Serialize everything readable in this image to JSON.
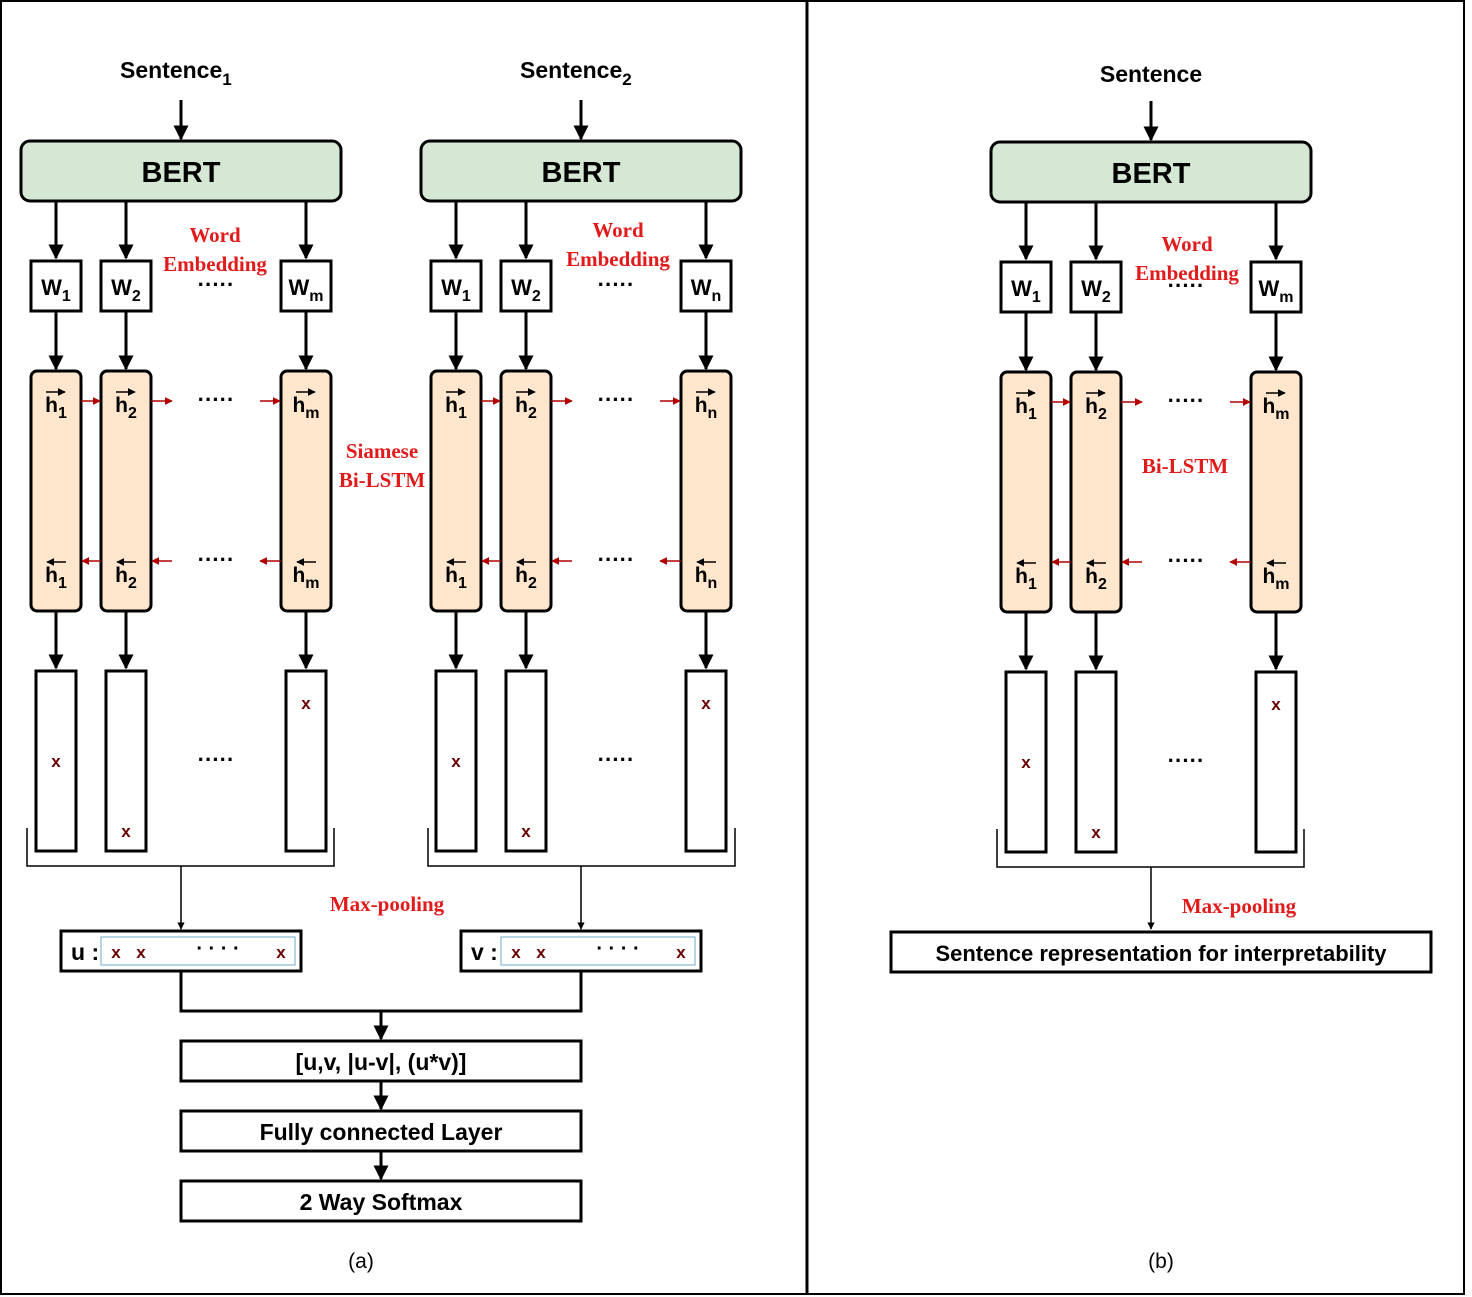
{
  "panel_a": {
    "sentence1_base": "Sentence",
    "sentence1_sub": "1",
    "sentence2_base": "Sentence",
    "sentence2_sub": "2",
    "bert_label": "BERT",
    "word_embedding_line1": "Word",
    "word_embedding_line2": "Embedding",
    "w_base": "W",
    "w_subs_left": [
      "1",
      "2",
      "m"
    ],
    "w_subs_right": [
      "1",
      "2",
      "n"
    ],
    "h_base": "h",
    "h_subs_left": [
      "1",
      "2",
      "m"
    ],
    "h_subs_right": [
      "1",
      "2",
      "n"
    ],
    "siamese_line1": "Siamese",
    "siamese_line2": "Bi-LSTM",
    "dots": "·····",
    "x_mark": "x",
    "max_pooling": "Max-pooling",
    "u_label": "u :",
    "v_label": "v :",
    "pool_dots": "· · · ·",
    "concat_box": "[u,v, |u-v|, (u*v)]",
    "fc_box": "Fully connected Layer",
    "softmax_box": "2 Way Softmax",
    "caption": "(a)"
  },
  "panel_b": {
    "sentence": "Sentence",
    "bert_label": "BERT",
    "word_embedding_line1": "Word",
    "word_embedding_line2": "Embedding",
    "w_subs": [
      "1",
      "2",
      "m"
    ],
    "h_subs": [
      "1",
      "2",
      "m"
    ],
    "bilstm": "Bi-LSTM",
    "max_pooling": "Max-pooling",
    "representation_box": "Sentence representation for interpretability",
    "caption": "(b)"
  },
  "colors": {
    "bert_fill": "#d5e8d4",
    "lstm_fill": "#ffe6cc",
    "red_text": "#e11b1b",
    "red_arrow": "#b20000",
    "pool_inner_border": "#6fa8c7"
  }
}
